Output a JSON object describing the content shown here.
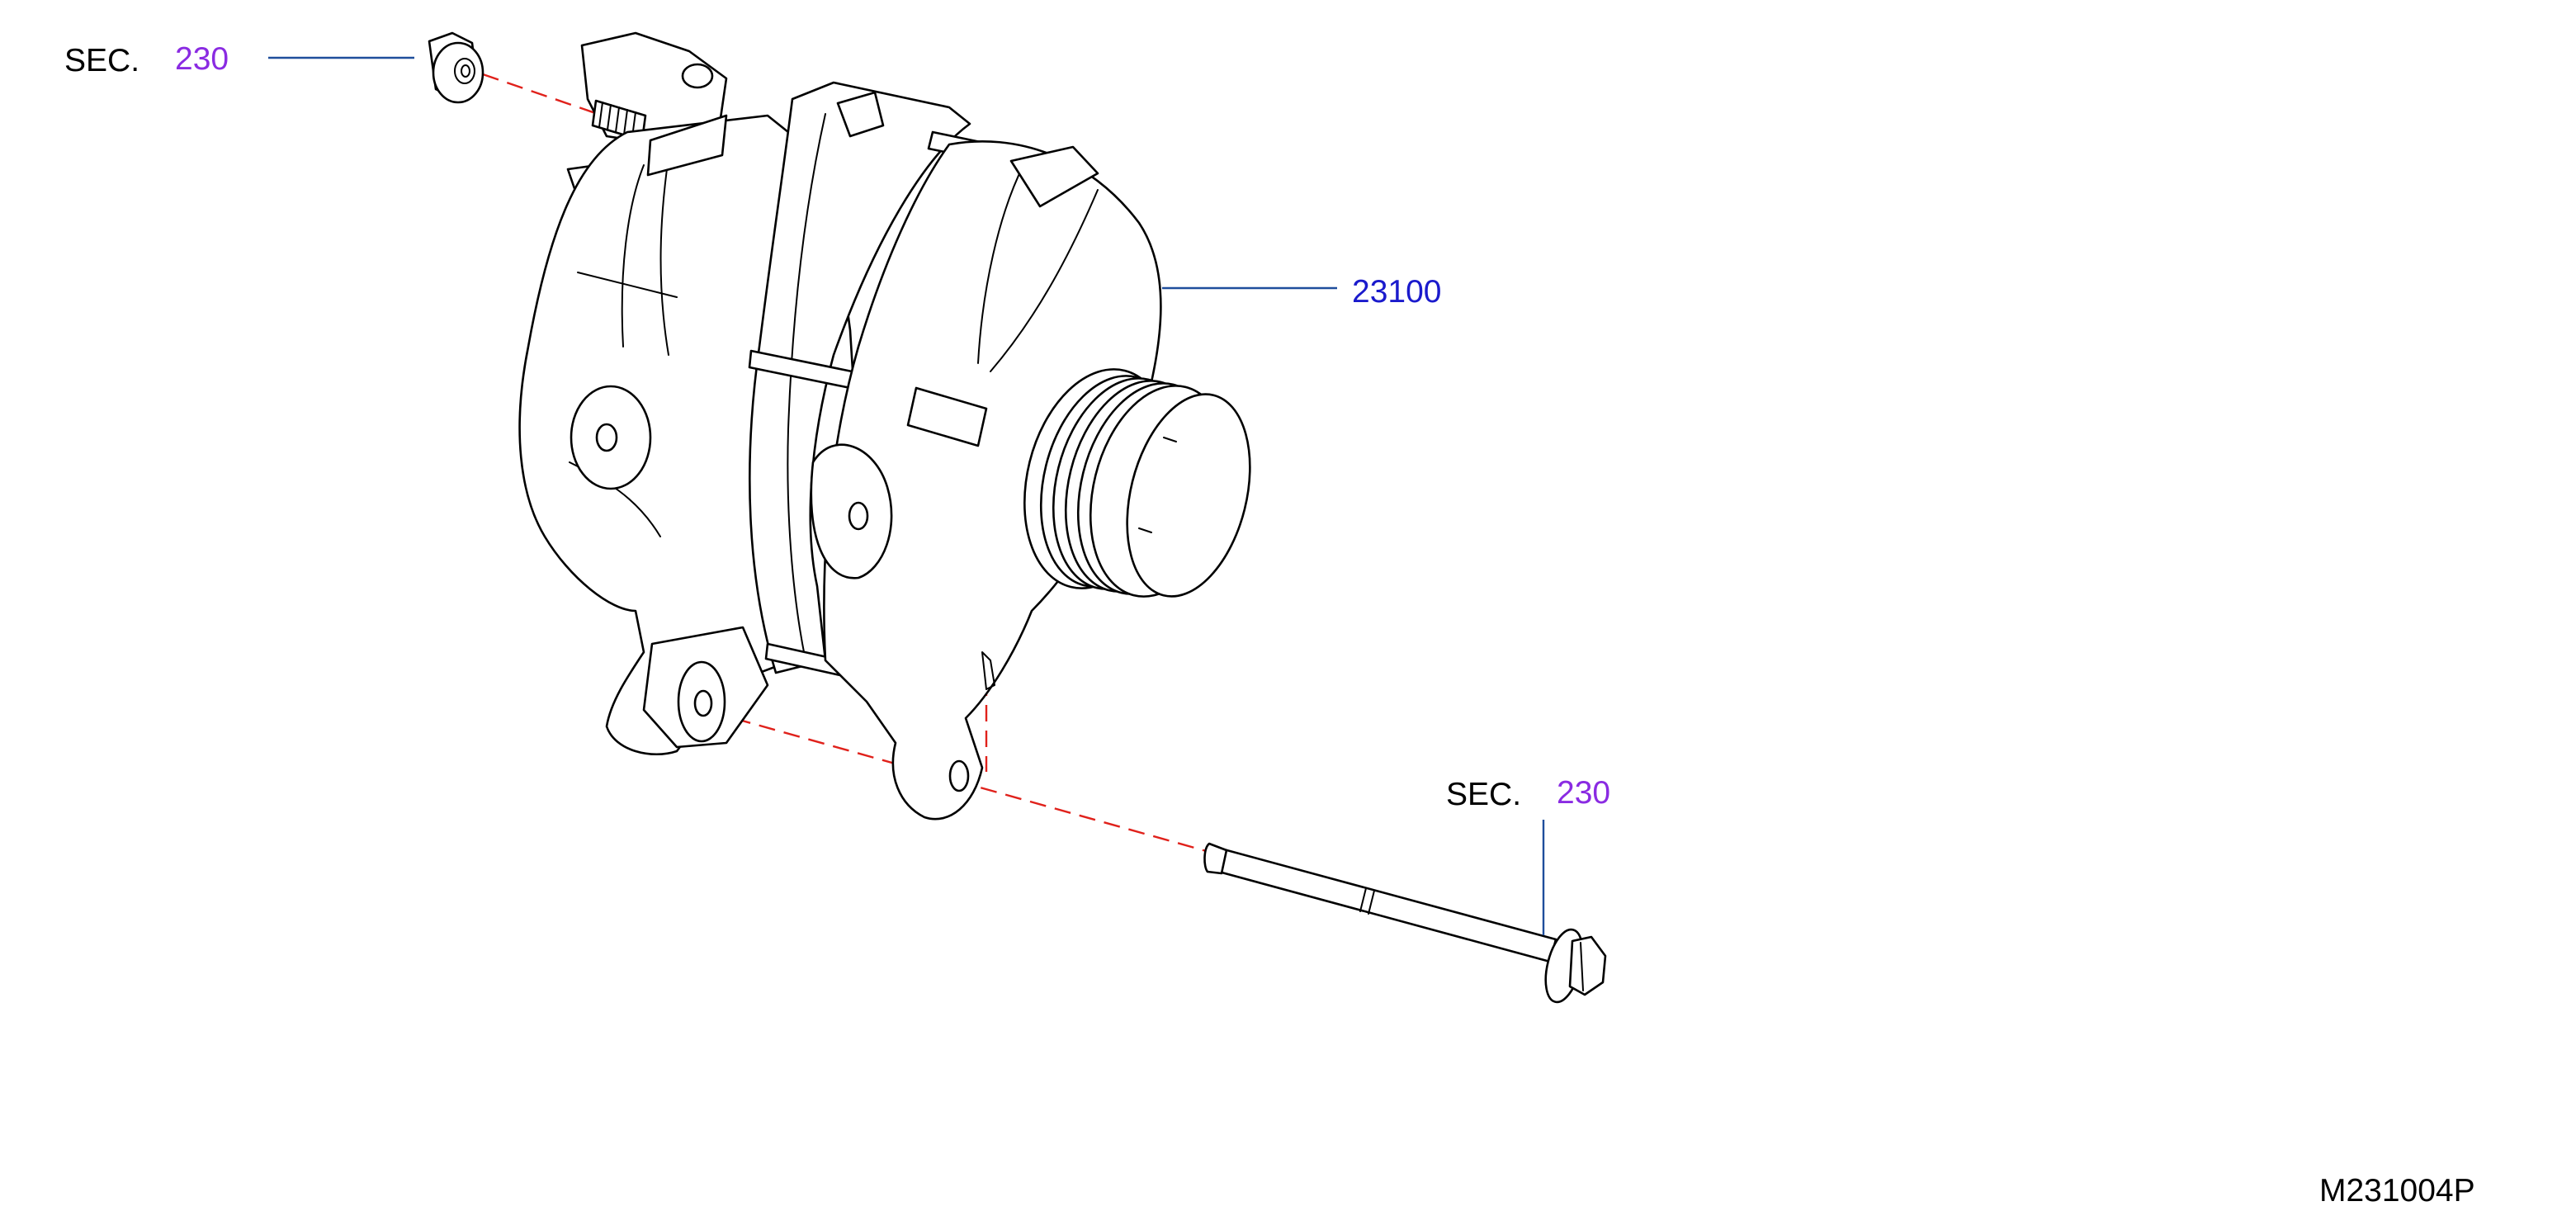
{
  "callouts": {
    "nut_sec_prefix": "SEC.",
    "nut_sec_number": "230",
    "alternator_part_number": "23100",
    "bolt_sec_prefix": "SEC.",
    "bolt_sec_number": "230"
  },
  "diagram_id": "M231004P",
  "colors": {
    "part_number_text": "#1a1acc",
    "section_link_text": "#8a2be2",
    "leader_line": "#1f4e9c",
    "install_path_dash": "#e0211b",
    "line_art": "#000000"
  },
  "icons": [
    "alternator-icon",
    "flange-nut-icon",
    "mounting-bolt-icon"
  ]
}
